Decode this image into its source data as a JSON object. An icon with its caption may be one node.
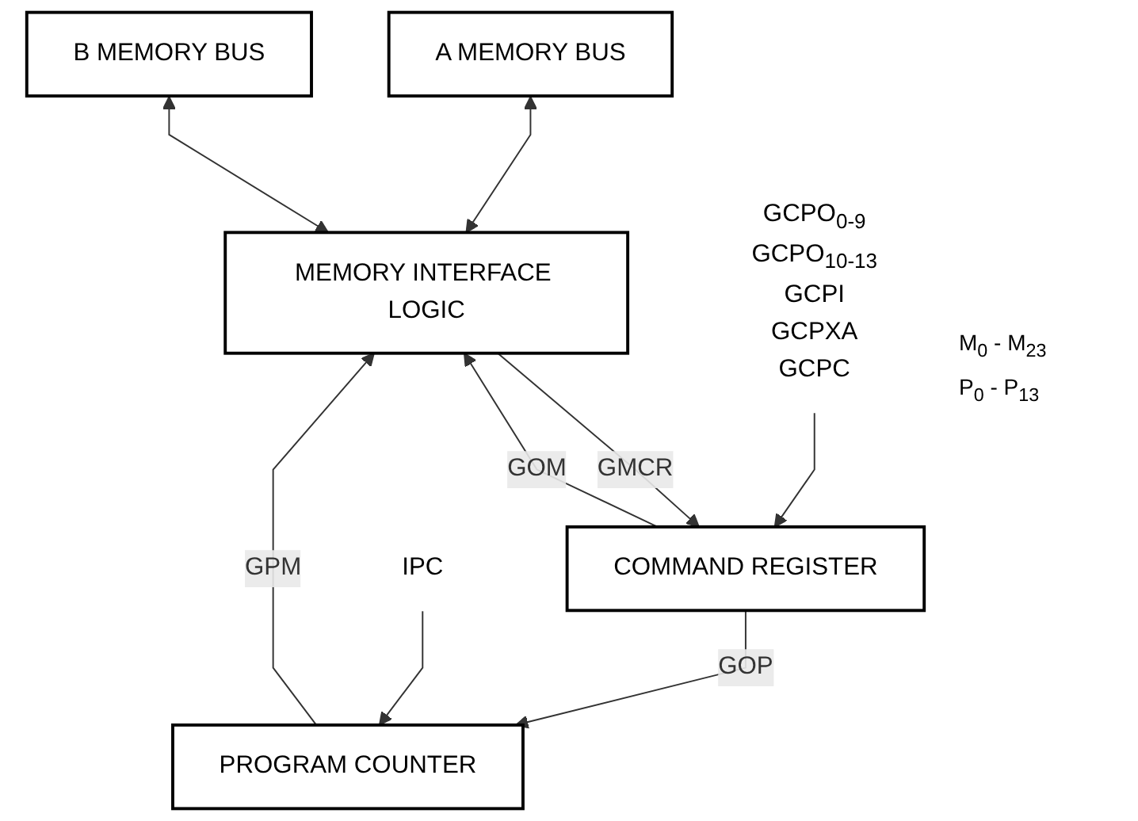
{
  "diagram": {
    "nodes": [
      {
        "text": [
          "A MEMORY BUS"
        ]
      },
      {
        "text": [
          "B MEMORY BUS"
        ]
      },
      {
        "text": [
          "MEMORY INTERFACE LOGIC"
        ]
      },
      {
        "text": [
          "COMMAND REGISTER"
        ]
      },
      {
        "text": [
          "PROGRAM COUNTER"
        ]
      },
      {
        "text": [
          "IPC"
        ]
      },
      {
        "text": [
          "GCPO$_{0-9}$",
          "GCPO$_{10-13}$",
          "GCPI",
          "GCPXA",
          "GCPC"
        ]
      }
    ],
    "edges": [
      {
        "from": 0,
        "to": 2,
        "arrow": "both"
      },
      {
        "from": 1,
        "to": 2,
        "arrow": "both"
      },
      {
        "from": 2,
        "to": 3,
        "arrow": "to",
        "label": "GMCR"
      },
      {
        "from": 3,
        "to": 2,
        "arrow": "to",
        "label": "GOM"
      },
      {
        "from": 4,
        "to": 2,
        "arrow": "to",
        "label": "GPM"
      },
      {
        "from": 3,
        "to": 4,
        "arrow": "to",
        "label": "GOP"
      },
      {
        "from": 5,
        "to": 4,
        "arrow": "to"
      },
      {
        "from": 6,
        "to": 3,
        "arrow": "to"
      }
    ],
    "labels": [
      "M$_{0}$ - M$_{23}$",
      "P$_{0}$ - P$_{13}$"
    ]
  }
}
